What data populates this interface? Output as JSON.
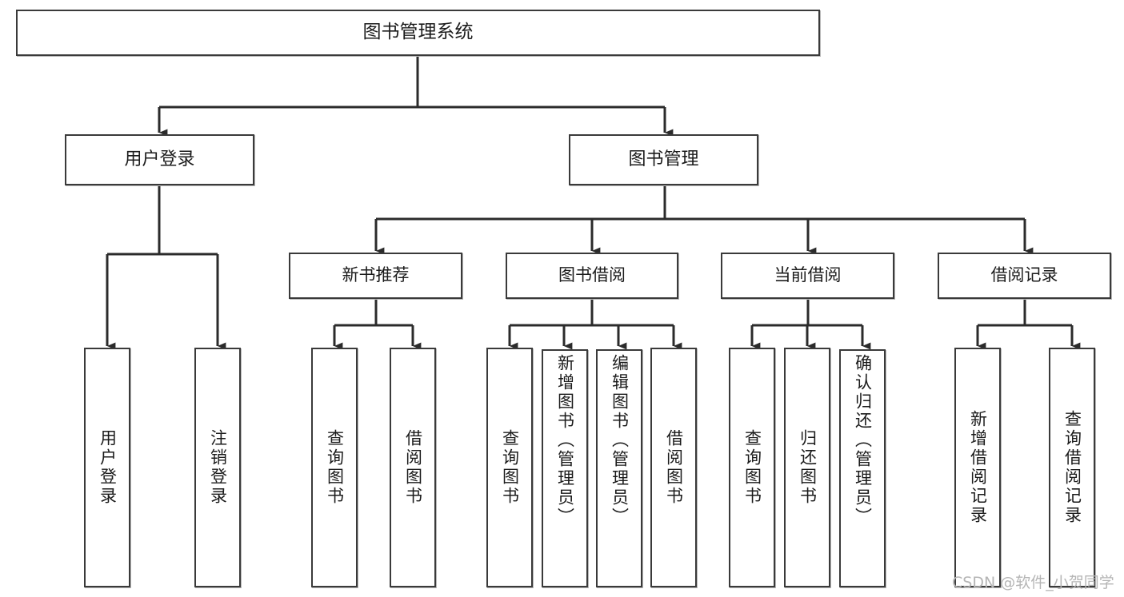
{
  "diagram": {
    "type": "tree",
    "title": "图书管理系统",
    "orientation": "top-down",
    "edge_style": "orthogonal-arrow",
    "colors": {
      "box_border": "#3a3a3a",
      "box_fill": "#ffffff",
      "edge": "#2b2b2b",
      "text": "#1b1b1b",
      "watermark": "#b5b5b5"
    },
    "nodes": {
      "root": {
        "label": "图书管理系统"
      },
      "level2": [
        {
          "label": "用户登录"
        },
        {
          "label": "图书管理"
        }
      ],
      "level3": [
        {
          "label": "新书推荐"
        },
        {
          "label": "图书借阅"
        },
        {
          "label": "当前借阅"
        },
        {
          "label": "借阅记录"
        }
      ],
      "leaves": {
        "user_login": [
          {
            "label": "用户登录"
          },
          {
            "label": "注销登录"
          }
        ],
        "new_book_recommend": [
          {
            "label": "查询图书"
          },
          {
            "label": "借阅图书"
          }
        ],
        "book_borrow": [
          {
            "label": "查询图书"
          },
          {
            "label": "新增图书（管理员）"
          },
          {
            "label": "编辑图书（管理员）"
          },
          {
            "label": "借阅图书"
          }
        ],
        "current_borrow": [
          {
            "label": "查询图书"
          },
          {
            "label": "归还图书"
          },
          {
            "label": "确认归还（管理员）"
          }
        ],
        "borrow_record": [
          {
            "label": "新增借阅记录"
          },
          {
            "label": "查询借阅记录"
          }
        ]
      }
    }
  },
  "watermark": {
    "text": "CSDN @软件_小贺同学"
  }
}
